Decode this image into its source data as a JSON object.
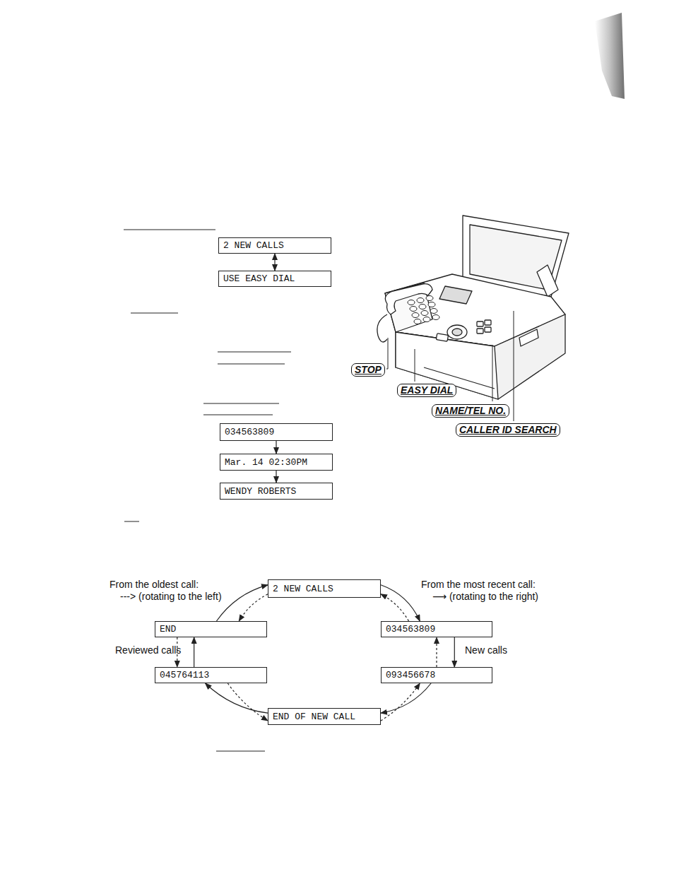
{
  "diagram": {
    "nodes": [
      {
        "text": [
          "2 NEW CALLS"
        ]
      },
      {
        "text": [
          "USE EASY DIAL"
        ]
      },
      {
        "text": [
          "034563809"
        ]
      },
      {
        "text": [
          "Mar. 14 02:30PM"
        ]
      },
      {
        "text": [
          "WENDY ROBERTS"
        ]
      },
      {
        "text": [
          "2 NEW CALLS"
        ]
      },
      {
        "text": [
          "END"
        ]
      },
      {
        "text": [
          "034563809"
        ]
      },
      {
        "text": [
          "045764113"
        ]
      },
      {
        "text": [
          "093456678"
        ]
      },
      {
        "text": [
          "END OF NEW CALL"
        ]
      }
    ],
    "edges": [
      {
        "from": 0,
        "to": 1,
        "arrow": "both"
      },
      {
        "from": 2,
        "to": 3,
        "arrow": "to"
      },
      {
        "from": 3,
        "to": 4,
        "arrow": "to"
      },
      {
        "from": 5,
        "to": 7,
        "arrow": "to"
      },
      {
        "from": 7,
        "to": 9,
        "arrow": "to"
      },
      {
        "from": 9,
        "to": 10,
        "arrow": "to"
      },
      {
        "from": 10,
        "to": 8,
        "arrow": "to"
      },
      {
        "from": 8,
        "to": 6,
        "arrow": "to"
      },
      {
        "from": 6,
        "to": 5,
        "arrow": "to"
      },
      {
        "from": 5,
        "to": 6,
        "arrow": "to"
      },
      {
        "from": 6,
        "to": 8,
        "arrow": "to"
      },
      {
        "from": 8,
        "to": 10,
        "arrow": "to"
      },
      {
        "from": 10,
        "to": 9,
        "arrow": "to"
      },
      {
        "from": 9,
        "to": 7,
        "arrow": "to"
      },
      {
        "from": 7,
        "to": 5,
        "arrow": "to"
      }
    ],
    "labels": [
      "STOP",
      "EASY DIAL",
      "NAME/TEL NO.",
      "CALLER ID SEARCH",
      "From the oldest call:",
      "---> (rotating to the left)",
      "From the most recent call:",
      "⟶ (rotating to the right)",
      "Reviewed calls",
      "New calls"
    ]
  }
}
